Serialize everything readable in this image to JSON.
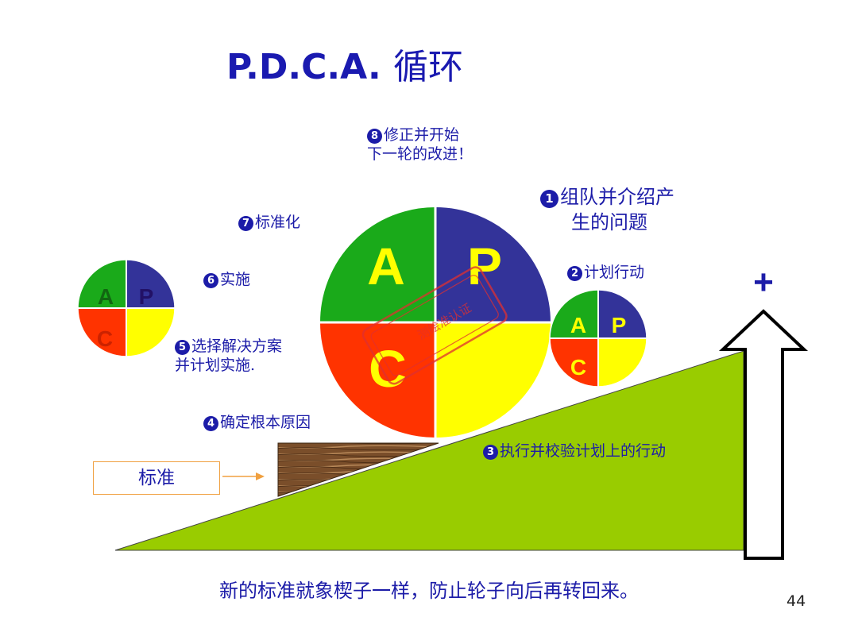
{
  "title": {
    "latin": "P.D.C.A.",
    "cjk": "循环"
  },
  "steps": [
    {
      "num": "1",
      "line1": "组队并介绍产",
      "line2": "生的问题"
    },
    {
      "num": "2",
      "line1": "计划行动"
    },
    {
      "num": "3",
      "line1": "执行并校验计划上的行动"
    },
    {
      "num": "4",
      "line1": "确定根本原因"
    },
    {
      "num": "5",
      "line1": "选择解决方案",
      "line2": "并计划实施."
    },
    {
      "num": "6",
      "line1": "实施"
    },
    {
      "num": "7",
      "line1": "标准化"
    },
    {
      "num": "8",
      "line1": "修正并开始",
      "line2": "下一轮的改进！"
    }
  ],
  "wheel_letters": {
    "a": "A",
    "p": "P",
    "c": "C"
  },
  "standard_label": "标准",
  "plus_sign": "+",
  "stamp_text": "测绘准认证",
  "bottom_caption": "新的标准就象楔子一样，防止轮子向后再转回来。",
  "page_number": "44",
  "colors": {
    "title": "#1a1ab0",
    "text": "#1c1ca8",
    "act": "#1aaa1a",
    "plan": "#333399",
    "check": "#ff3300",
    "do": "#ffff00",
    "ramp": "#99cc00",
    "stamp": "#e03030"
  },
  "icons": [
    "up-arrow-icon",
    "plus-icon",
    "wedge-icon"
  ]
}
